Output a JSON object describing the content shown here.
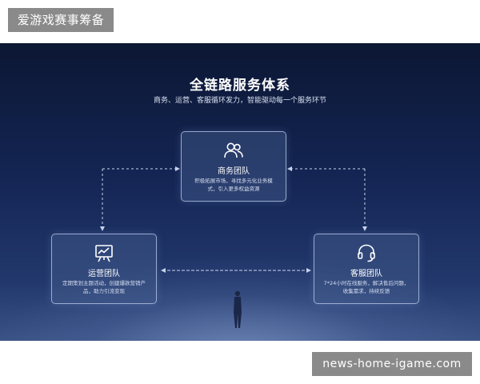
{
  "top_label": "爱游戏赛事筹备",
  "banner": {
    "title": "全链路服务体系",
    "subtitle": "商务、运营、客服循环发力，智能驱动每一个服务环节",
    "cards": {
      "business": {
        "title": "商务团队",
        "desc": "积极拓展市场，寻找多元化业务模式，引入更多权益资源",
        "icon": "users-icon"
      },
      "operations": {
        "title": "运营团队",
        "desc": "定期策划主题活动，创建爆款营销产品，助力引流变现",
        "icon": "presentation-chart-icon"
      },
      "service": {
        "title": "客服团队",
        "desc": "7*24小时在线服务，解决售后问题，收集需求，持续反馈",
        "icon": "headset-icon"
      }
    }
  },
  "watermark": "news-home-igame.com",
  "colors": {
    "banner_top": "#0c1733",
    "banner_bottom": "#3a5286",
    "label_bg": "#8a8a8a"
  }
}
